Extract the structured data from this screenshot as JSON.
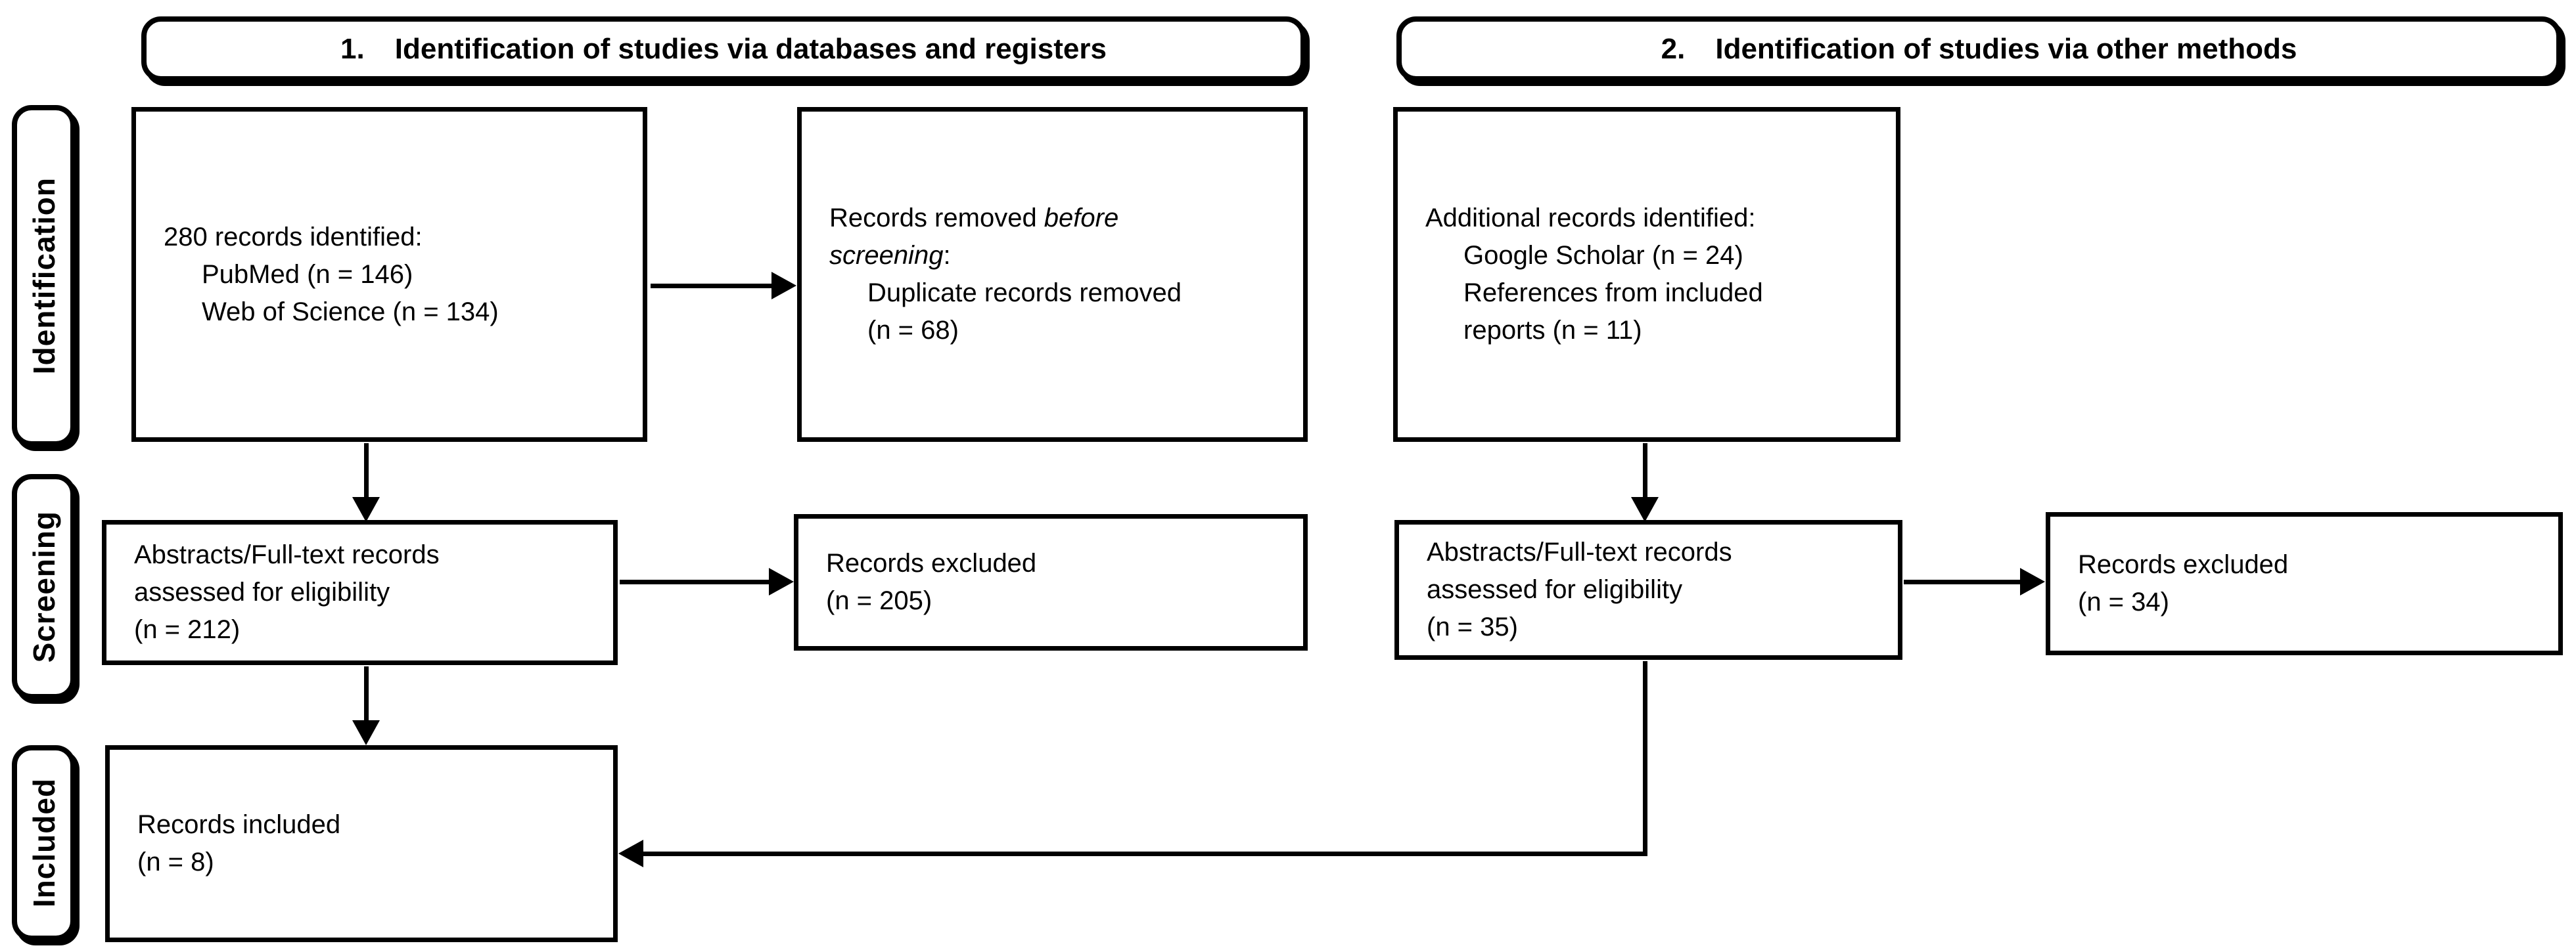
{
  "colors": {
    "background": "#ffffff",
    "line": "#000000",
    "text": "#000000"
  },
  "headers": {
    "databases": {
      "number": "1.",
      "title": "Identification of studies via databases and registers"
    },
    "other": {
      "number": "2.",
      "title": "Identification of studies via other methods"
    }
  },
  "stages": {
    "identification": "Identification",
    "screening": "Screening",
    "included": "Included"
  },
  "boxes": {
    "db_records": {
      "l1": "280 records identified:",
      "l2": "PubMed (n = 146)",
      "l3": "Web of Science (n = 134)"
    },
    "removed_before": {
      "l1a": "Records removed ",
      "l1b": "before",
      "l2a": "screening",
      "l2b": ":",
      "l3": "Duplicate records removed",
      "l4": "(n = 68)"
    },
    "other_records": {
      "l1": "Additional records identified:",
      "l2": "Google Scholar (n = 24)",
      "l3": "References from included",
      "l4": "reports (n = 11)"
    },
    "db_assessed": {
      "l1": "Abstracts/Full-text records",
      "l2": "assessed for eligibility",
      "l3": "(n = 212)"
    },
    "db_excluded": {
      "l1": "Records excluded",
      "l2": "(n = 205)"
    },
    "other_assessed": {
      "l1": "Abstracts/Full-text records",
      "l2": "assessed for eligibility",
      "l3": "(n = 35)"
    },
    "other_excluded": {
      "l1": "Records excluded",
      "l2": "(n = 34)"
    },
    "included_records": {
      "l1": "Records included",
      "l2": "(n = 8)"
    }
  }
}
